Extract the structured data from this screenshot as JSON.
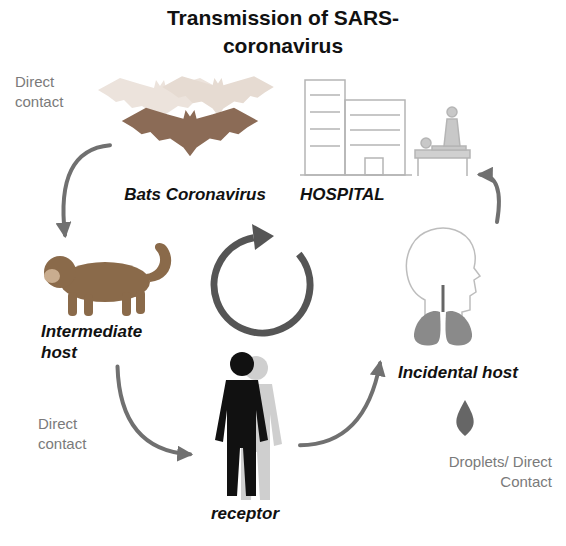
{
  "diagram": {
    "title": "Transmission of SARS-coronavirus",
    "nodes": [
      {
        "text": [
          "Bats Coronavirus"
        ]
      },
      {
        "text": [
          "HOSPITAL"
        ]
      },
      {
        "text": [
          "Intermediate host"
        ]
      },
      {
        "text": [
          "receptor"
        ]
      },
      {
        "text": [
          "Incidental host"
        ]
      }
    ],
    "edges": [
      {
        "from": 0,
        "to": 2,
        "label": "Direct contact",
        "arrow": "to"
      },
      {
        "from": 2,
        "to": 3,
        "label": "Direct contact",
        "arrow": "to"
      },
      {
        "from": 3,
        "to": 4,
        "label": "Droplets/ Direct Contact",
        "arrow": "to"
      },
      {
        "from": 4,
        "to": 1,
        "arrow": "to"
      }
    ]
  }
}
